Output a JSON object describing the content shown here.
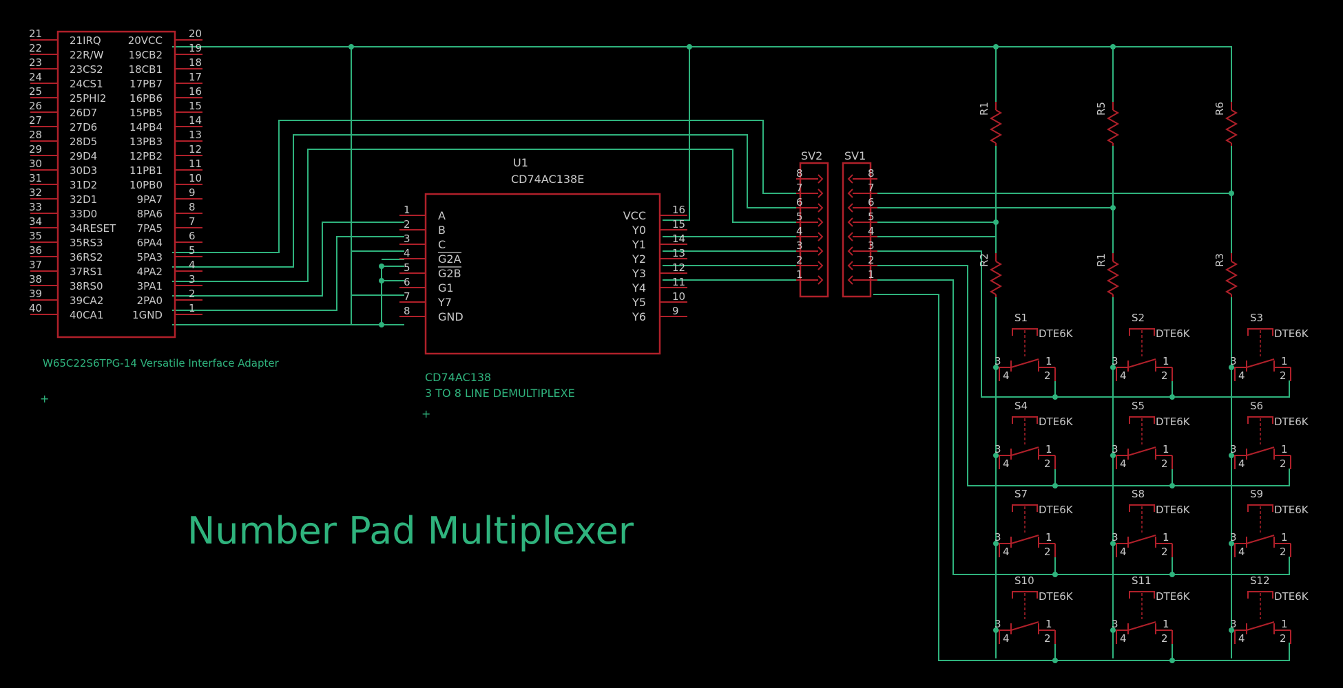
{
  "title": "Number Pad Multiplexer",
  "via": {
    "pins_left": [
      {
        "num": "21",
        "label": "21IRQ"
      },
      {
        "num": "22",
        "label": "22R/W"
      },
      {
        "num": "23",
        "label": "23CS2"
      },
      {
        "num": "24",
        "label": "24CS1"
      },
      {
        "num": "25",
        "label": "25PHI2"
      },
      {
        "num": "26",
        "label": "26D7"
      },
      {
        "num": "27",
        "label": "27D6"
      },
      {
        "num": "28",
        "label": "28D5"
      },
      {
        "num": "29",
        "label": "29D4"
      },
      {
        "num": "30",
        "label": "30D3"
      },
      {
        "num": "31",
        "label": "31D2"
      },
      {
        "num": "32",
        "label": "32D1"
      },
      {
        "num": "33",
        "label": "33D0"
      },
      {
        "num": "34",
        "label": "34RESET"
      },
      {
        "num": "35",
        "label": "35RS3"
      },
      {
        "num": "36",
        "label": "36RS2"
      },
      {
        "num": "37",
        "label": "37RS1"
      },
      {
        "num": "38",
        "label": "38RS0"
      },
      {
        "num": "39",
        "label": "39CA2"
      },
      {
        "num": "40",
        "label": "40CA1"
      }
    ],
    "pins_right": [
      {
        "num": "20",
        "label": "20VCC"
      },
      {
        "num": "19",
        "label": "19CB2"
      },
      {
        "num": "18",
        "label": "18CB1"
      },
      {
        "num": "17",
        "label": "17PB7"
      },
      {
        "num": "16",
        "label": "16PB6"
      },
      {
        "num": "15",
        "label": "15PB5"
      },
      {
        "num": "14",
        "label": "14PB4"
      },
      {
        "num": "13",
        "label": "13PB3"
      },
      {
        "num": "12",
        "label": "12PB2"
      },
      {
        "num": "11",
        "label": "11PB1"
      },
      {
        "num": "10",
        "label": "10PB0"
      },
      {
        "num": "9",
        "label": "9PA7"
      },
      {
        "num": "8",
        "label": "8PA6"
      },
      {
        "num": "7",
        "label": "7PA5"
      },
      {
        "num": "6",
        "label": "6PA4"
      },
      {
        "num": "5",
        "label": "5PA3"
      },
      {
        "num": "4",
        "label": "4PA2"
      },
      {
        "num": "3",
        "label": "3PA1"
      },
      {
        "num": "2",
        "label": "2PA0"
      },
      {
        "num": "1",
        "label": "1GND"
      }
    ],
    "caption": "W65C22S6TPG-14 Versatile Interface Adapter"
  },
  "u1": {
    "name": "U1",
    "value": "CD74AC138E",
    "pins_left": [
      {
        "num": "1",
        "label": "A"
      },
      {
        "num": "2",
        "label": "B"
      },
      {
        "num": "3",
        "label": "C"
      },
      {
        "num": "4",
        "label": "G2A"
      },
      {
        "num": "5",
        "label": "G2B"
      },
      {
        "num": "6",
        "label": "G1"
      },
      {
        "num": "7",
        "label": "Y7"
      },
      {
        "num": "8",
        "label": "GND"
      }
    ],
    "pins_right": [
      {
        "num": "16",
        "label": "VCC"
      },
      {
        "num": "15",
        "label": "Y0"
      },
      {
        "num": "14",
        "label": "Y1"
      },
      {
        "num": "13",
        "label": "Y2"
      },
      {
        "num": "12",
        "label": "Y3"
      },
      {
        "num": "11",
        "label": "Y4"
      },
      {
        "num": "10",
        "label": "Y5"
      },
      {
        "num": "9",
        "label": "Y6"
      }
    ],
    "caption1": "CD74AC138",
    "caption2": "3 TO 8 LINE DEMULTIPLEXE"
  },
  "sv2": {
    "name": "SV2",
    "pins": [
      "8",
      "7",
      "6",
      "5",
      "4",
      "3",
      "2",
      "1"
    ]
  },
  "sv1": {
    "name": "SV1",
    "pins": [
      "8",
      "7",
      "6",
      "5",
      "4",
      "3",
      "2",
      "1"
    ]
  },
  "resistors": [
    {
      "name": "R1"
    },
    {
      "name": "R5"
    },
    {
      "name": "R6"
    },
    {
      "name": "R2"
    },
    {
      "name": "R1"
    },
    {
      "name": "R3"
    }
  ],
  "switches": [
    {
      "name": "S1",
      "value": "DTE6K"
    },
    {
      "name": "S2",
      "value": "DTE6K"
    },
    {
      "name": "S3",
      "value": "DTE6K"
    },
    {
      "name": "S4",
      "value": "DTE6K"
    },
    {
      "name": "S5",
      "value": "DTE6K"
    },
    {
      "name": "S6",
      "value": "DTE6K"
    },
    {
      "name": "S7",
      "value": "DTE6K"
    },
    {
      "name": "S8",
      "value": "DTE6K"
    },
    {
      "name": "S9",
      "value": "DTE6K"
    },
    {
      "name": "S10",
      "value": "DTE6K"
    },
    {
      "name": "S11",
      "value": "DTE6K"
    },
    {
      "name": "S12",
      "value": "DTE6K"
    }
  ],
  "switch_pins": {
    "p1": "1",
    "p2": "2",
    "p3": "3",
    "p4": "4"
  },
  "colors": {
    "wire": "#2fb37d",
    "part": "#b0202a",
    "text": "#c9c9c9",
    "background": "#000000"
  }
}
